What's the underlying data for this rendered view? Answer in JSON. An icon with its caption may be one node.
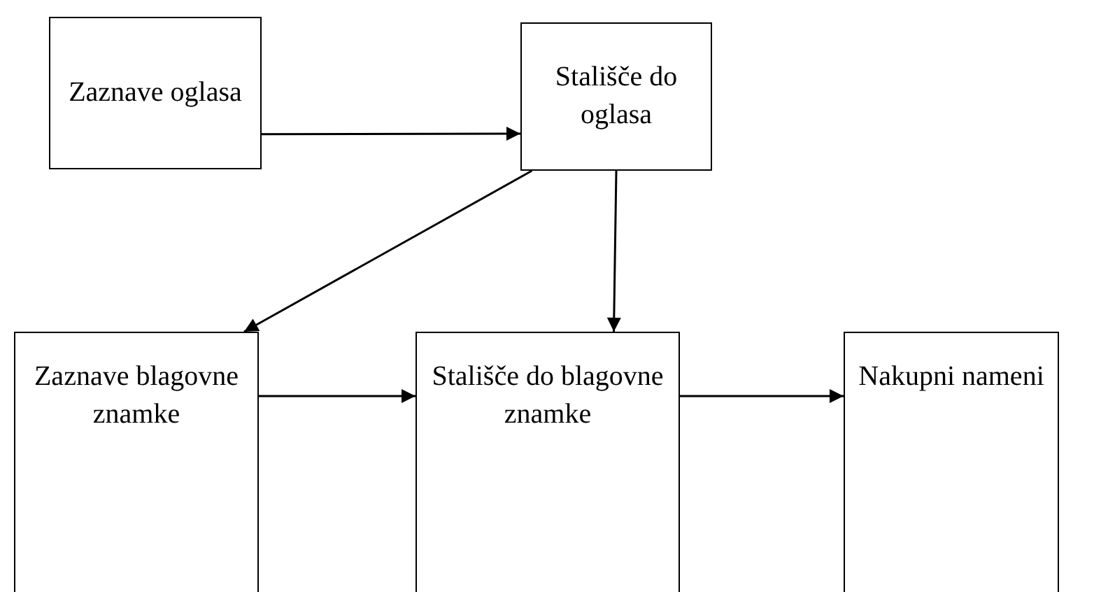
{
  "diagram": {
    "nodes": [
      {
        "text": [
          "Zaznave oglasa"
        ]
      },
      {
        "text": [
          "Stališče do oglasa"
        ]
      },
      {
        "text": [
          "Zaznave blagovne znamke"
        ]
      },
      {
        "text": [
          "Stališče do blagovne znamke"
        ]
      },
      {
        "text": [
          "Nakupni nameni"
        ]
      }
    ],
    "edges": [
      {
        "from": 0,
        "to": 1,
        "arrow": "to"
      },
      {
        "from": 1,
        "to": 2,
        "arrow": "to"
      },
      {
        "from": 1,
        "to": 3,
        "arrow": "to"
      },
      {
        "from": 2,
        "to": 3,
        "arrow": "to"
      },
      {
        "from": 3,
        "to": 4,
        "arrow": "to"
      }
    ]
  }
}
